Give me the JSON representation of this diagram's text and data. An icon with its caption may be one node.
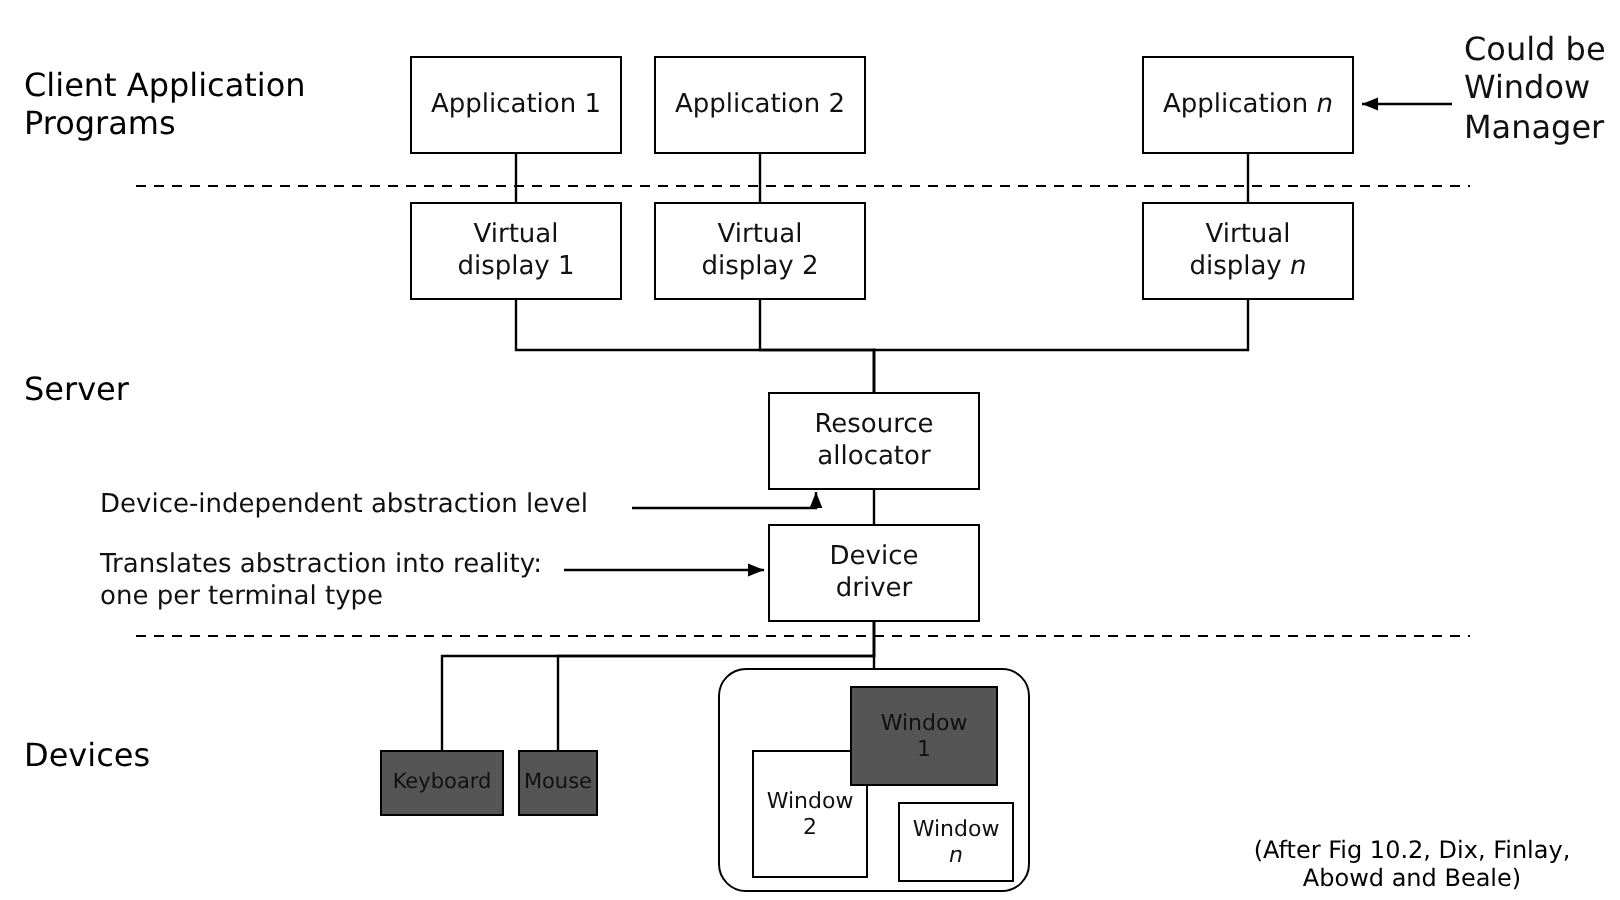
{
  "diagram": {
    "caption": "(After Fig 10.2, Dix, Finlay, Abowd and Beale)",
    "nodes": [
      {
        "text": [
          "Application 1"
        ]
      },
      {
        "text": [
          "Application 2"
        ]
      },
      {
        "text": [
          "Application *n*"
        ]
      },
      {
        "text": [
          "Could be Window Manager"
        ]
      },
      {
        "text": [
          "Virtual display 1"
        ]
      },
      {
        "text": [
          "Virtual display 2"
        ]
      },
      {
        "text": [
          "Virtual display *n*"
        ]
      },
      {
        "text": [
          "Resource allocator"
        ]
      },
      {
        "text": [
          "Device driver"
        ]
      },
      {
        "text": [
          "Device-independent abstraction level"
        ]
      },
      {
        "text": [
          "Translates abstraction into reality: one per terminal type"
        ]
      },
      {
        "text": [
          "Keyboard"
        ]
      },
      {
        "text": [
          "Mouse"
        ]
      },
      {
        "text": [],
        "shape": "box"
      },
      {
        "text": [
          "Window 1"
        ],
        "in": 13
      },
      {
        "text": [
          "Window 2"
        ],
        "in": 13
      },
      {
        "text": [
          "Window *n*"
        ],
        "in": 13
      }
    ],
    "edges": [
      {
        "from": 0,
        "to": 4,
        "arrow": "none"
      },
      {
        "from": 1,
        "to": 5,
        "arrow": "none"
      },
      {
        "from": 2,
        "to": 6,
        "arrow": "none"
      },
      {
        "from": 3,
        "to": 2,
        "arrow": "to"
      },
      {
        "from": 4,
        "to": 7,
        "arrow": "none"
      },
      {
        "from": 5,
        "to": 7,
        "arrow": "none"
      },
      {
        "from": 6,
        "to": 7,
        "arrow": "none"
      },
      {
        "from": 7,
        "to": 8,
        "arrow": "none"
      },
      {
        "from": 9,
        "to": 7,
        "arrow": "to"
      },
      {
        "from": 10,
        "to": 8,
        "arrow": "to"
      },
      {
        "from": 8,
        "to": 11,
        "arrow": "none"
      },
      {
        "from": 8,
        "to": 12,
        "arrow": "none"
      },
      {
        "from": 8,
        "to": 13,
        "arrow": "none"
      }
    ],
    "labels": [
      "Client Application Programs",
      "Server",
      "Devices"
    ]
  }
}
